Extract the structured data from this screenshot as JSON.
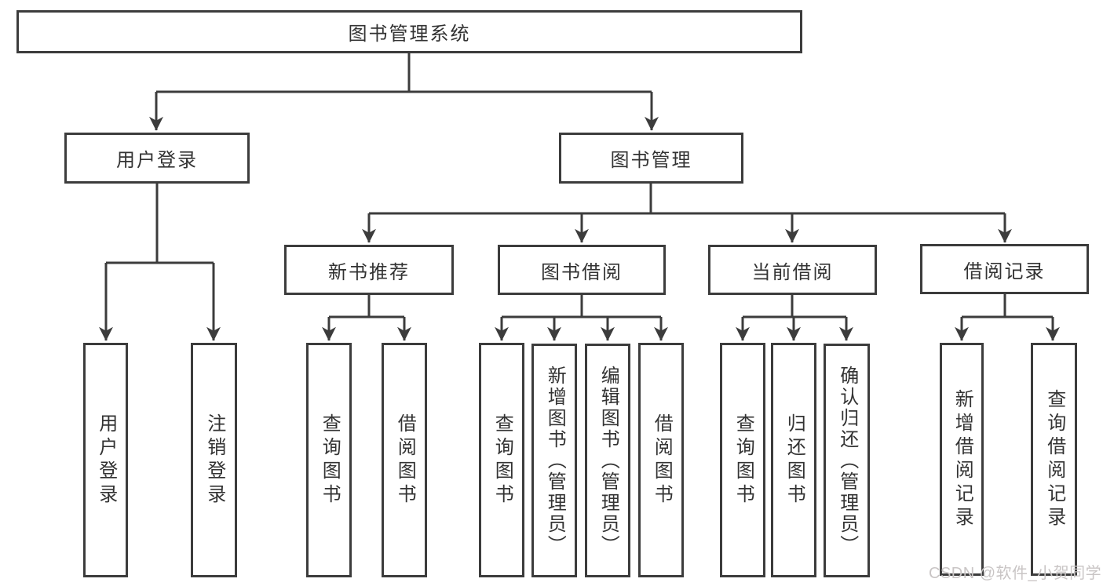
{
  "diagram_type": "tree",
  "tree": {
    "label": "图书管理系统",
    "children": [
      {
        "label": "用户登录",
        "children": [
          {
            "label": "用户登录"
          },
          {
            "label": "注销登录"
          }
        ]
      },
      {
        "label": "图书管理",
        "children": [
          {
            "label": "新书推荐",
            "children": [
              {
                "label": "查询图书"
              },
              {
                "label": "借阅图书"
              }
            ]
          },
          {
            "label": "图书借阅",
            "children": [
              {
                "label": "查询图书"
              },
              {
                "label": "新增图书（管理员）"
              },
              {
                "label": "编辑图书（管理员）"
              },
              {
                "label": "借阅图书"
              }
            ]
          },
          {
            "label": "当前借阅",
            "children": [
              {
                "label": "查询图书"
              },
              {
                "label": "归还图书"
              },
              {
                "label": "确认归还（管理员）"
              }
            ]
          },
          {
            "label": "借阅记录",
            "children": [
              {
                "label": "新增借阅记录"
              },
              {
                "label": "查询借阅记录"
              }
            ]
          }
        ]
      }
    ]
  },
  "watermark": {
    "text": "CSDN @软件_小贺同学"
  },
  "colors": {
    "line": "#3c3c3c",
    "text": "#333333",
    "background": "#ffffff",
    "watermark": "#c9c5c5"
  }
}
